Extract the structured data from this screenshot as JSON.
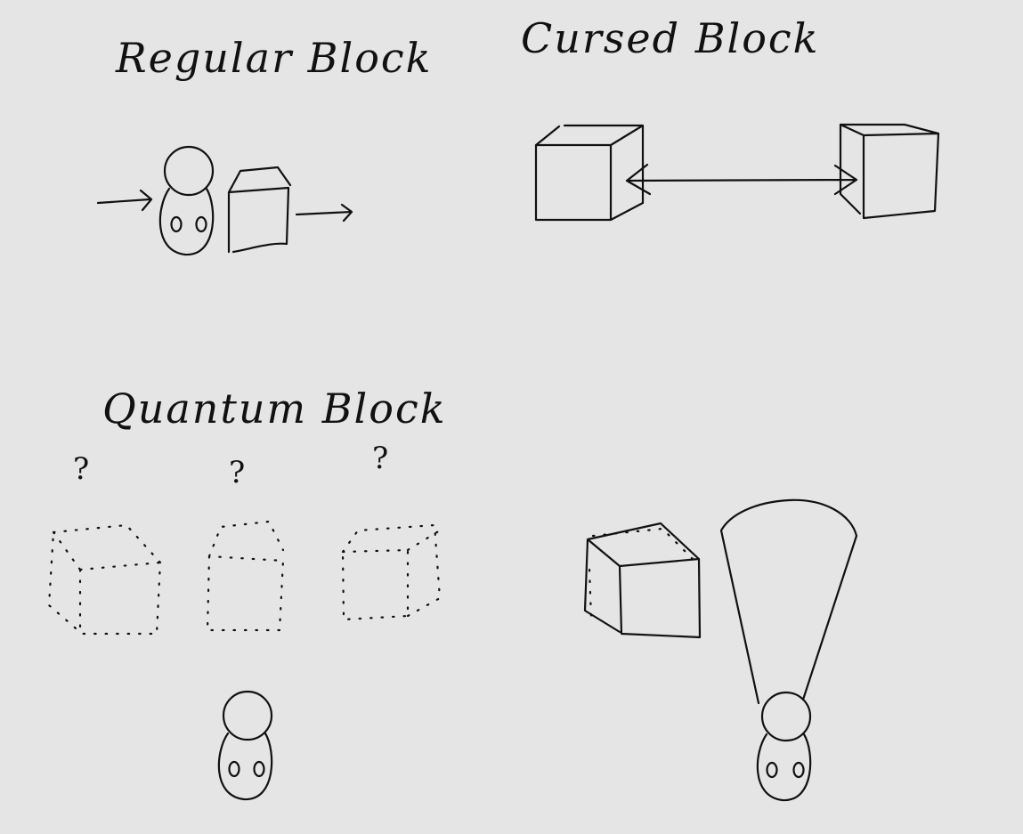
{
  "sections": {
    "regular": {
      "title": "Regular Block"
    },
    "cursed": {
      "title": "Cursed Block"
    },
    "quantum": {
      "title": "Quantum Block",
      "marks": [
        "?",
        "?",
        "?"
      ]
    }
  },
  "icons": [
    "person-icon",
    "cube-icon",
    "arrow-icon",
    "double-arrow-icon",
    "dotted-cube-icon",
    "vision-cone-icon"
  ],
  "colors": {
    "background": "#e5e5e5",
    "ink": "#111111"
  }
}
